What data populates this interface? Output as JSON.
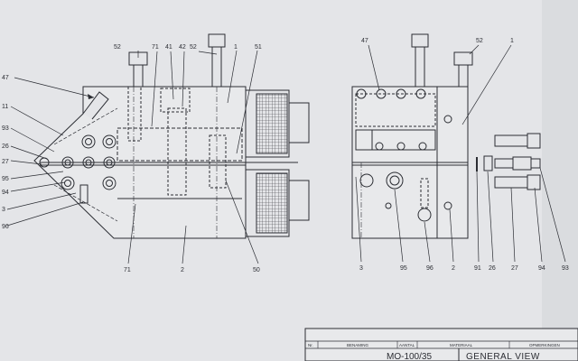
{
  "drawing": {
    "paper_color": "#e6e7e9",
    "line_color": "#2b2d33",
    "hatch_color": "#3a3c42",
    "left_view_labels": {
      "l52": "52",
      "l71a": "71",
      "l41": "41",
      "l42": "42",
      "l52b": "52",
      "l1": "1",
      "l51": "51",
      "l47": "47",
      "l11": "11",
      "l93": "93",
      "l26": "26",
      "l27": "27",
      "l95": "95",
      "l94": "94",
      "l3": "3",
      "l96": "96",
      "l71b": "71",
      "l2": "2",
      "l50": "50"
    },
    "right_view_labels": {
      "l47": "47",
      "l52": "52",
      "l1": "1",
      "l3": "3",
      "l95": "95",
      "l96": "96",
      "l2": "2",
      "l91": "91",
      "l26": "26",
      "l27": "27",
      "l94": "94",
      "l93": "93"
    },
    "title_block": {
      "col_nr": "Nr.",
      "col_benaming": "BENAMING",
      "col_aantal": "AANTAL",
      "col_materiaal": "MATERIAAL",
      "col_opmerkingen": "OPMERKINGEN",
      "drawing_number": "MO-100/35",
      "title": "GENERAL VIEW"
    }
  }
}
